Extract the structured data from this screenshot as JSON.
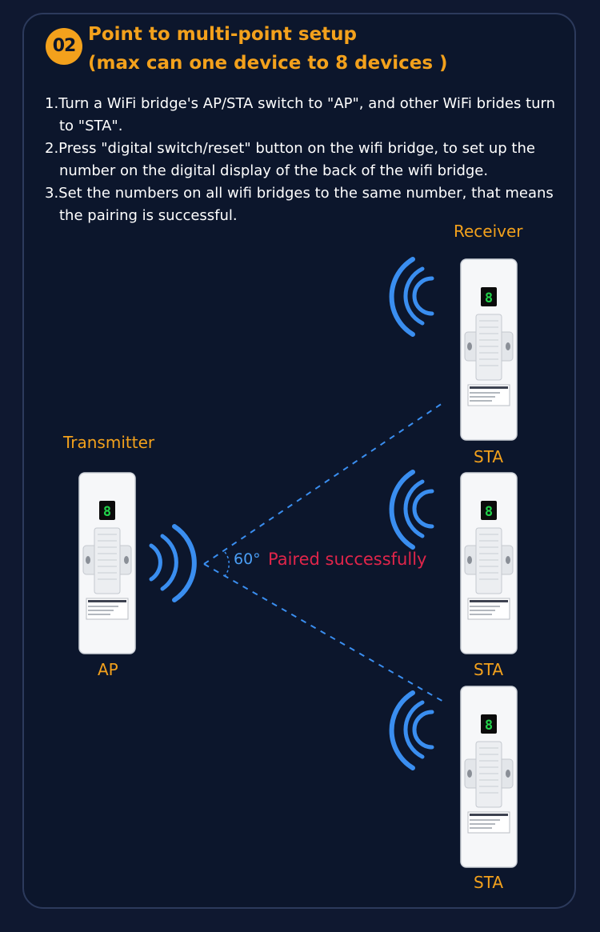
{
  "header": {
    "step_number": "02",
    "title_line1": "Point to multi-point setup",
    "title_line2": "(max can one device to 8 devices )"
  },
  "instructions": [
    "1.Turn a WiFi bridge's AP/STA switch to \"AP\", and other WiFi brides turn to \"STA\".",
    "2.Press \"digital switch/reset\" button on the wifi bridge, to set up the number on the digital display of the back of the wifi bridge.",
    "3.Set the numbers on all wifi bridges to the same number, that means the pairing is successful."
  ],
  "diagram": {
    "receiver_label": "Receiver",
    "transmitter_label": "Transmitter",
    "ap_label": "AP",
    "sta_labels": [
      "STA",
      "STA",
      "STA"
    ],
    "angle_label": "60°",
    "status_text": "Paired successfully",
    "display_digit": "8"
  },
  "colors": {
    "accent": "#f3a11c",
    "signal": "#3a8ef0",
    "success_text": "#e0254a",
    "display_led": "#22d14a"
  }
}
